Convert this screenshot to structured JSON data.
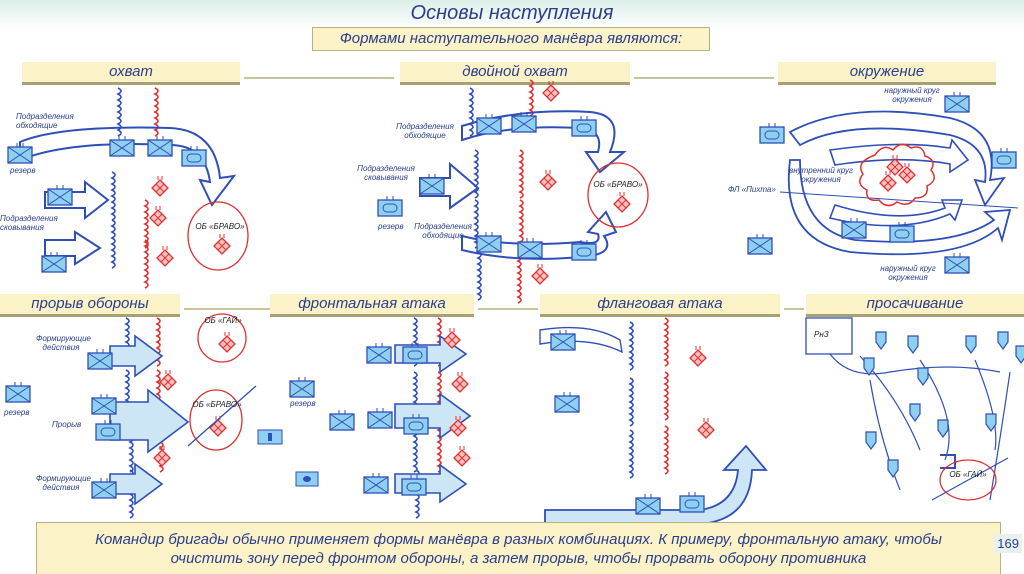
{
  "title": "Основы наступления",
  "subtitle": "Формами наступательного манёвра являются:",
  "sections": {
    "okhvat": "охват",
    "double_okhvat": "двойной охват",
    "okruzhenie": "окружение",
    "proryv": "прорыв обороны",
    "frontal": "фронтальная атака",
    "flank": "фланговая атака",
    "infiltration": "просачивание"
  },
  "labels": {
    "podr_obkhod_1": "Подразделения обходящие",
    "rezerv_1": "резерв",
    "podr_skov_1": "Подразделения сковывания",
    "ob_bravo_1": "ОБ «БРАВО»",
    "podr_obkhod_2": "Подразделения обходящие",
    "podr_skov_2": "Подразделения сковывания",
    "rezerv_2": "резерв",
    "podr_obkhod_3": "Подразделения обходящие",
    "ob_bravo_2": "ОБ «БРАВО»",
    "outer_ring_1": "наружный круг окружения",
    "inner_ring": "внутренний круг окружения",
    "fl_pikhta": "ФЛ «Пихта»",
    "outer_ring_2": "наружный круг окружения",
    "ob_gai_1": "ОБ «ГАЙ»",
    "form_deist_1": "Формирующие действия",
    "rezerv_3": "резерв",
    "proryv": "Прорыв",
    "ob_bravo_3": "ОБ «БРАВО»",
    "form_deist_2": "Формирующие действия",
    "rezerv_4": "резерв",
    "rnz": "РнЗ",
    "ob_gai_2": "ОБ «ГАЙ»"
  },
  "bottom_text_1": "Командир бригады обычно применяет формы манёвра в разных комбинациях. К примеру, фронтальную атаку, чтобы",
  "bottom_text_2": "очистить зону перед фронтом обороны, а затем прорыв, чтобы прорвать оборону противника",
  "page_number": "169",
  "colors": {
    "friendly": "#2f4fb8",
    "enemy": "#e03030",
    "unit_fill": "#8fd0f0",
    "band": "#fbf3c7",
    "text": "#2a3e8c"
  }
}
